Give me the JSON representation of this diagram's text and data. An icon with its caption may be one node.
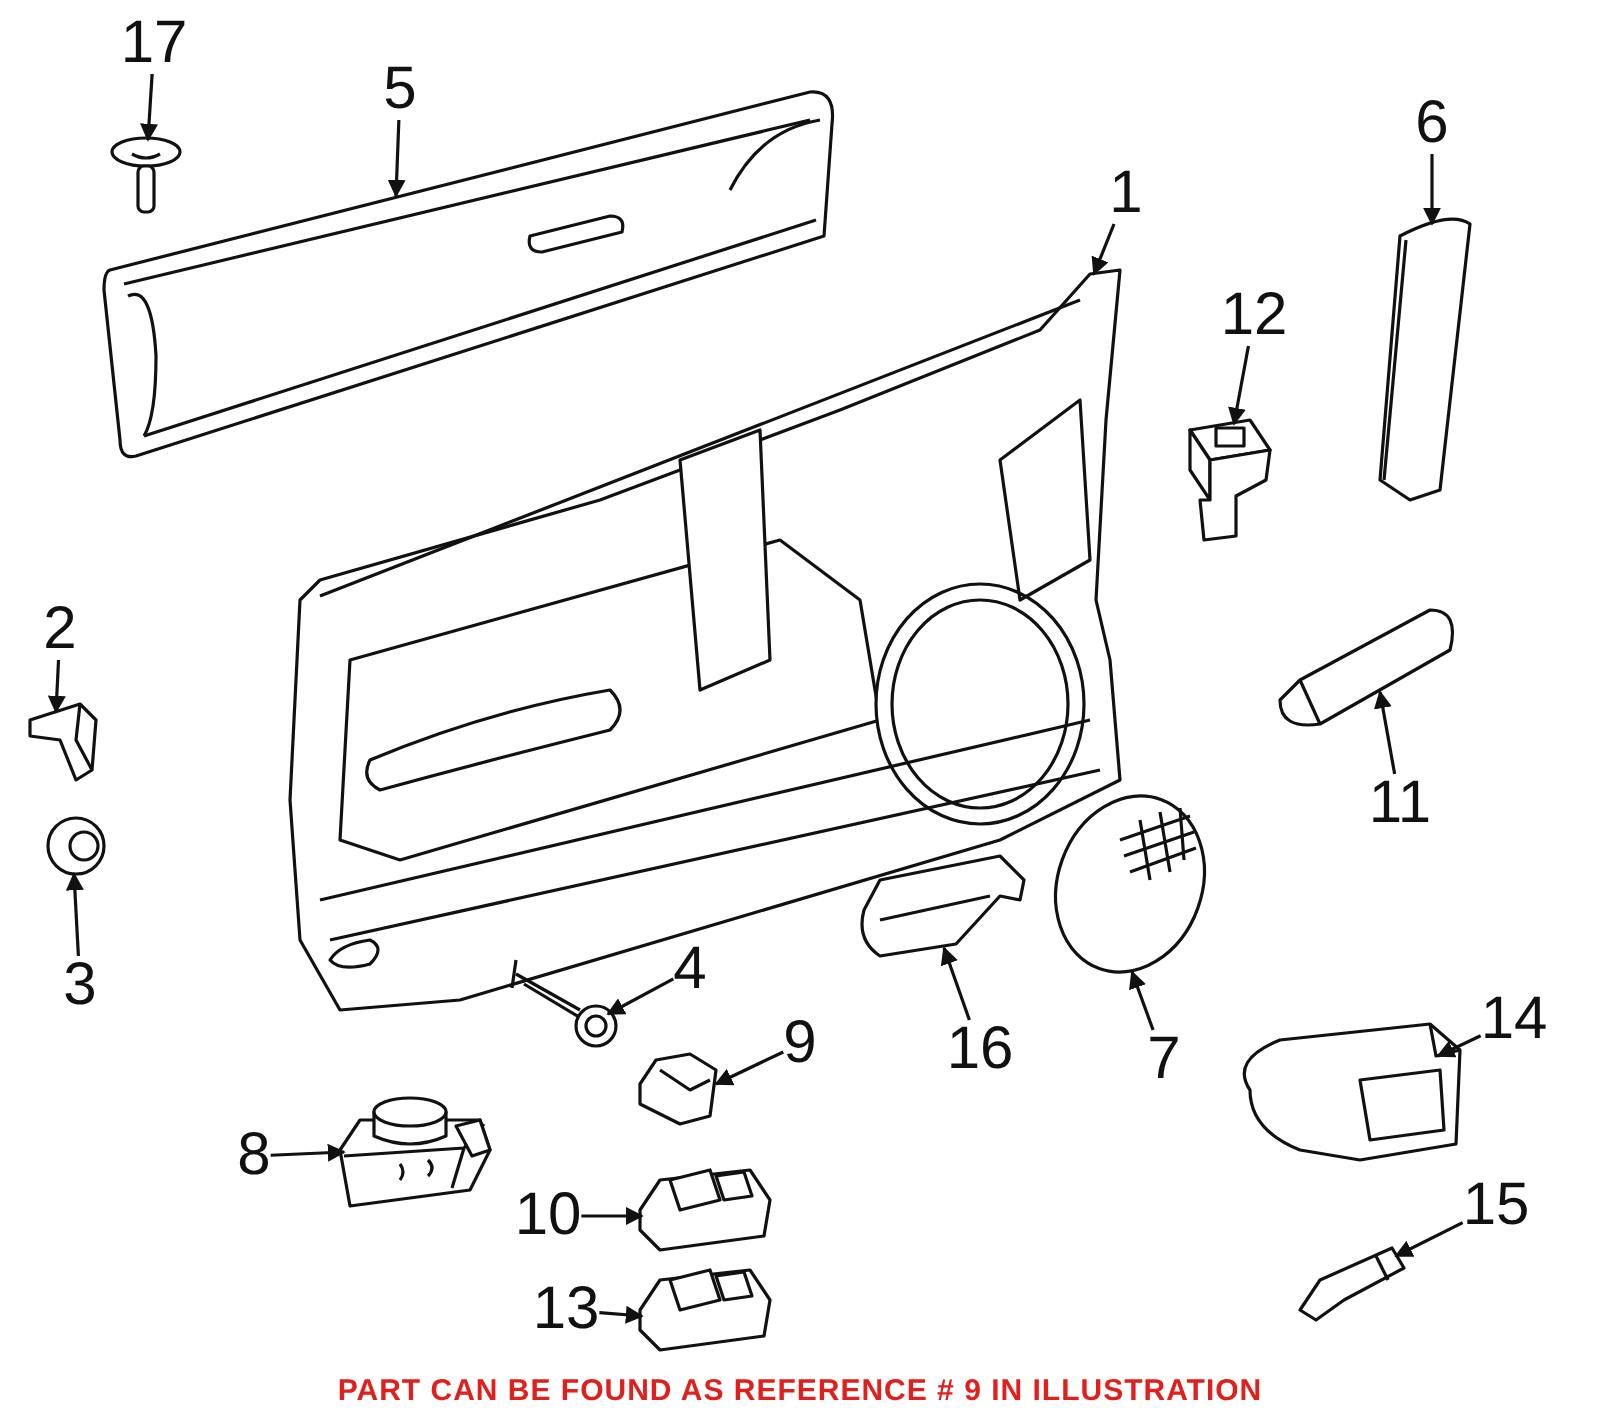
{
  "diagram": {
    "nodes": [
      {
        "text": [
          "17"
        ]
      },
      {
        "text": [],
        "shape": "picture"
      },
      {
        "text": [
          "5"
        ]
      },
      {
        "text": [],
        "shape": "picture"
      },
      {
        "text": [
          "1"
        ]
      },
      {
        "text": [],
        "shape": "picture"
      },
      {
        "text": [
          "6"
        ]
      },
      {
        "text": [],
        "shape": "picture"
      },
      {
        "text": [
          "12"
        ]
      },
      {
        "text": [],
        "shape": "picture"
      },
      {
        "text": [
          "2"
        ]
      },
      {
        "text": [],
        "shape": "picture"
      },
      {
        "text": [
          "3"
        ]
      },
      {
        "text": [],
        "shape": "picture"
      },
      {
        "text": [
          "11"
        ]
      },
      {
        "text": [],
        "shape": "picture"
      },
      {
        "text": [
          "4"
        ]
      },
      {
        "text": [],
        "shape": "picture"
      },
      {
        "text": [
          "9"
        ]
      },
      {
        "text": [],
        "shape": "picture"
      },
      {
        "text": [
          "16"
        ]
      },
      {
        "text": [],
        "shape": "picture"
      },
      {
        "text": [
          "7"
        ]
      },
      {
        "text": [],
        "shape": "picture"
      },
      {
        "text": [
          "14"
        ]
      },
      {
        "text": [],
        "shape": "picture"
      },
      {
        "text": [
          "8"
        ]
      },
      {
        "text": [],
        "shape": "picture"
      },
      {
        "text": [
          "10"
        ]
      },
      {
        "text": [],
        "shape": "picture"
      },
      {
        "text": [
          "15"
        ]
      },
      {
        "text": [],
        "shape": "picture"
      },
      {
        "text": [
          "13"
        ]
      },
      {
        "text": [],
        "shape": "picture"
      }
    ],
    "edges": [
      {
        "from": 0,
        "to": 1,
        "arrow": "to"
      },
      {
        "from": 2,
        "to": 3,
        "arrow": "to"
      },
      {
        "from": 4,
        "to": 5,
        "arrow": "to"
      },
      {
        "from": 6,
        "to": 7,
        "arrow": "to"
      },
      {
        "from": 8,
        "to": 9,
        "arrow": "to"
      },
      {
        "from": 10,
        "to": 11,
        "arrow": "to"
      },
      {
        "from": 12,
        "to": 13,
        "arrow": "to"
      },
      {
        "from": 14,
        "to": 15,
        "arrow": "to"
      },
      {
        "from": 16,
        "to": 17,
        "arrow": "to"
      },
      {
        "from": 18,
        "to": 19,
        "arrow": "to"
      },
      {
        "from": 20,
        "to": 21,
        "arrow": "to"
      },
      {
        "from": 22,
        "to": 23,
        "arrow": "to"
      },
      {
        "from": 24,
        "to": 25,
        "arrow": "to"
      },
      {
        "from": 26,
        "to": 27,
        "arrow": "to"
      },
      {
        "from": 28,
        "to": 29,
        "arrow": "to"
      },
      {
        "from": 30,
        "to": 31,
        "arrow": "to"
      },
      {
        "from": 32,
        "to": 33,
        "arrow": "to"
      }
    ],
    "labels": [
      "PART CAN BE FOUND AS REFERENCE # 9 IN ILLUSTRATION"
    ]
  }
}
